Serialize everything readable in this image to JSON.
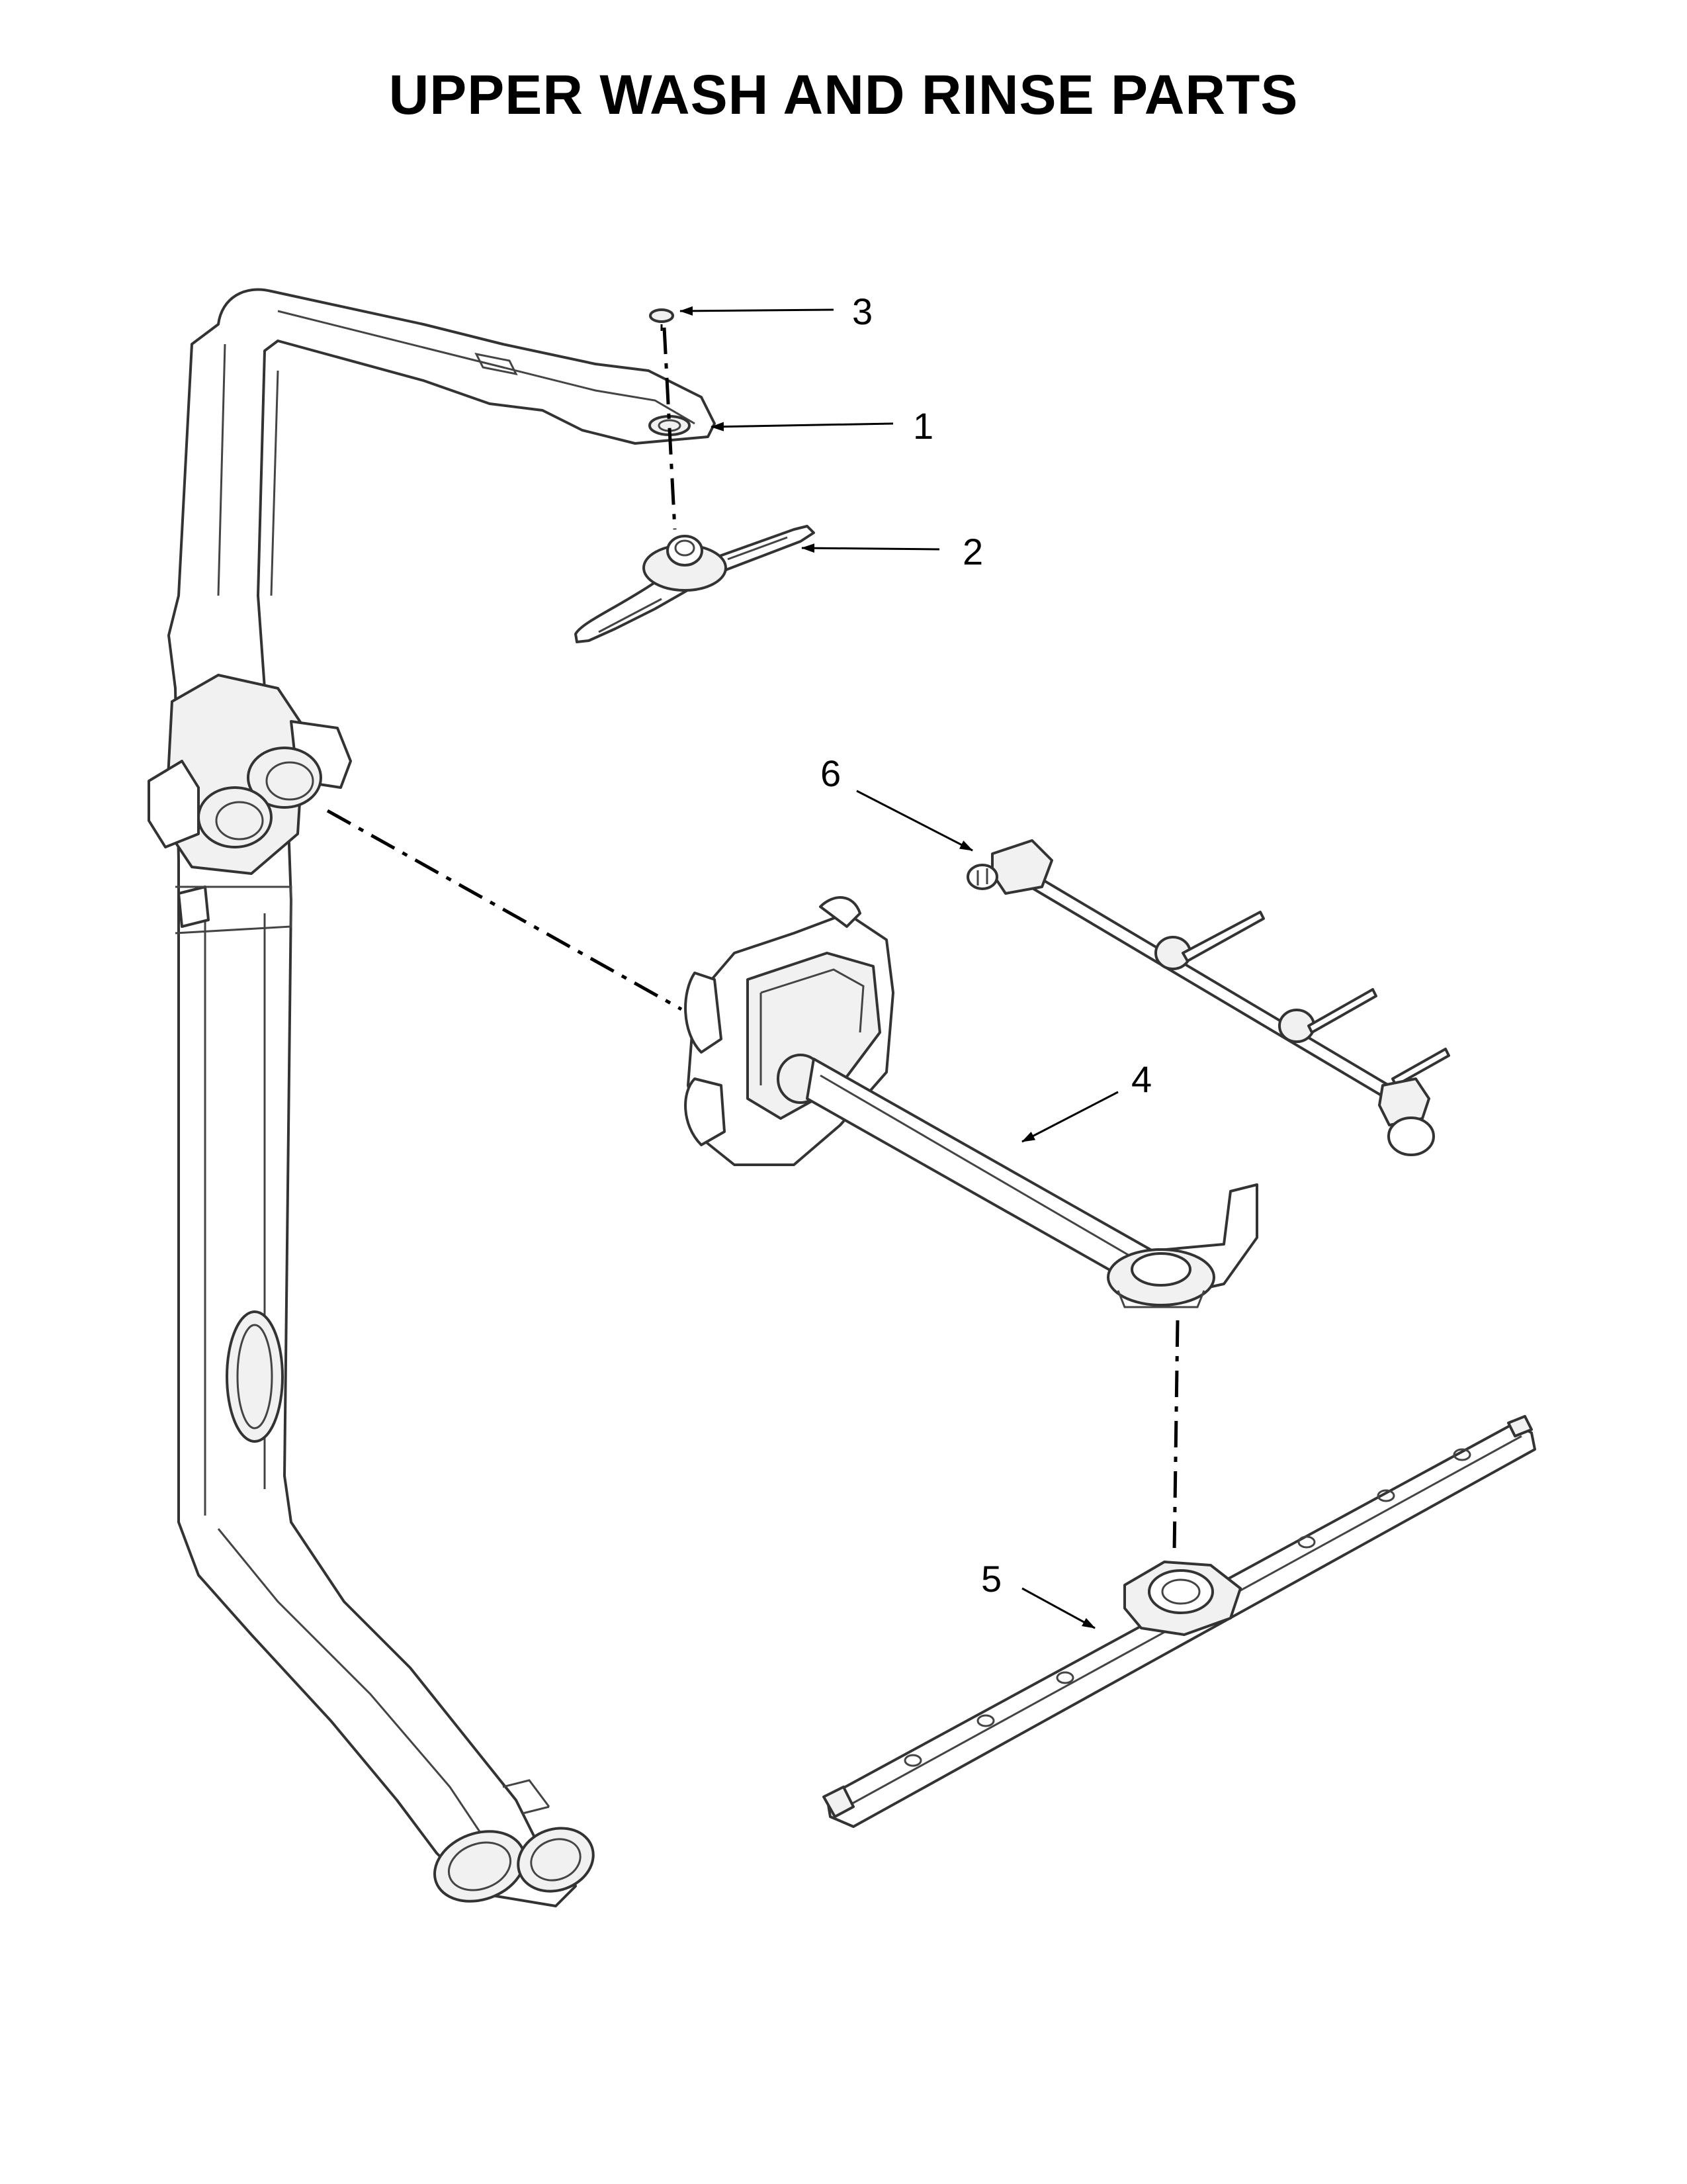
{
  "title": "UPPER WASH AND RINSE PARTS",
  "callouts": [
    {
      "id": "1",
      "label": "1"
    },
    {
      "id": "2",
      "label": "2"
    },
    {
      "id": "3",
      "label": "3"
    },
    {
      "id": "4",
      "label": "4"
    },
    {
      "id": "5",
      "label": "5"
    },
    {
      "id": "6",
      "label": "6"
    }
  ],
  "colors": {
    "line": "#333333",
    "text": "#000000",
    "background": "#ffffff"
  }
}
